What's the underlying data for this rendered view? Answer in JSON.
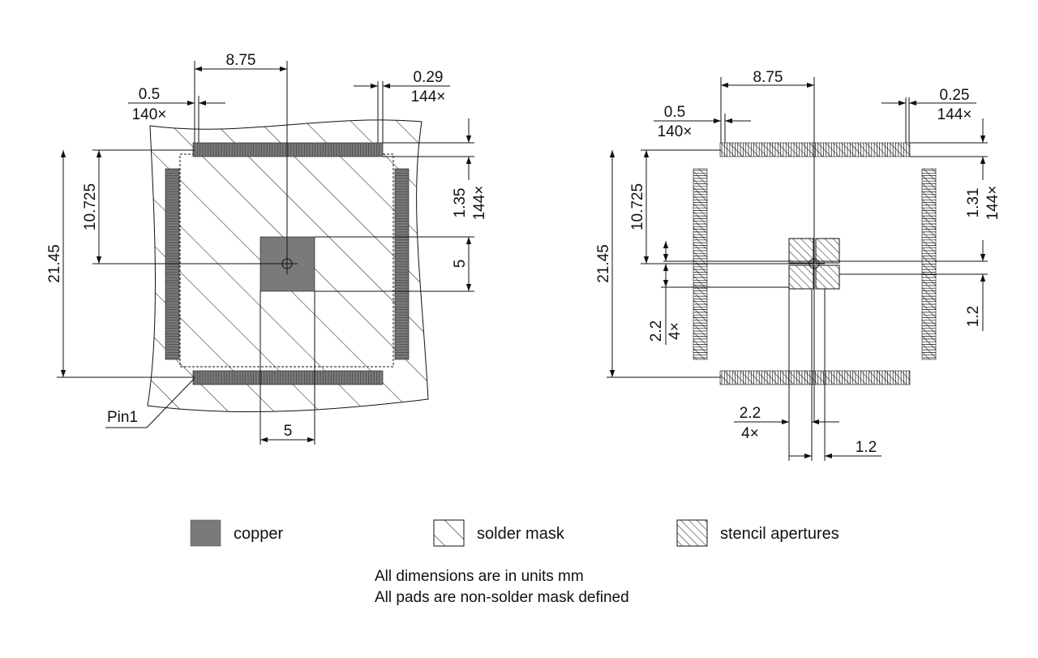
{
  "left_drawing": {
    "dim_pitch_count": [
      "0.5",
      "140×"
    ],
    "dim_half_width": "8.75",
    "dim_pad_width_count": [
      "0.29",
      "144×"
    ],
    "dim_pad_length_count": [
      "1.35",
      "144×"
    ],
    "dim_half_height": "10.725",
    "dim_total": "21.45",
    "dim_center_pad_v": "5",
    "dim_center_pad_h": "5",
    "pin1_label": "Pin1"
  },
  "right_drawing": {
    "dim_pitch_count": [
      "0.5",
      "140×"
    ],
    "dim_half_width": "8.75",
    "dim_pad_width_count": [
      "0.25",
      "144×"
    ],
    "dim_pad_length_count": [
      "1.31",
      "144×"
    ],
    "dim_half_height": "10.725",
    "dim_total": "21.45",
    "dim_stencil_pitch_v": [
      "2.2",
      "4×"
    ],
    "dim_stencil_size_v": "1.2",
    "dim_stencil_pitch_h": [
      "2.2",
      "4×"
    ],
    "dim_stencil_size_h": "1.2"
  },
  "legend": [
    {
      "label": "copper",
      "swatch": "copper"
    },
    {
      "label": "solder mask",
      "swatch": "solder-mask"
    },
    {
      "label": "stencil apertures",
      "swatch": "stencil"
    }
  ],
  "notes": [
    "All dimensions are in units mm",
    "All pads are non-solder mask defined"
  ],
  "colors": {
    "copper": "#7a7a7a",
    "line": "#111111"
  }
}
